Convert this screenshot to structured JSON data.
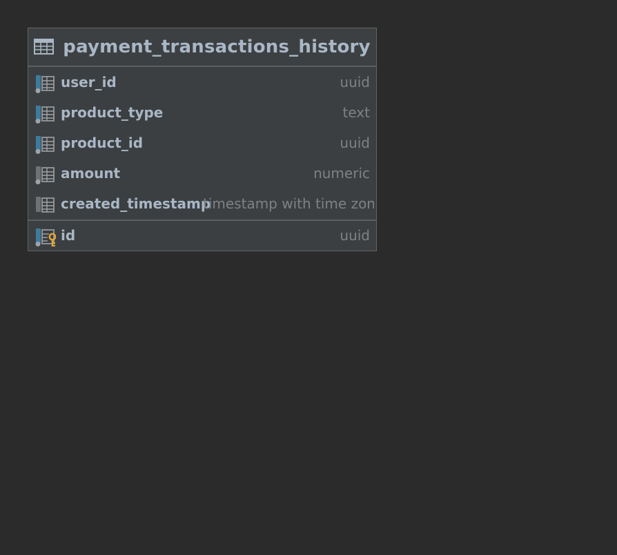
{
  "table": {
    "name": "payment_transactions_history",
    "icon": "table-icon",
    "columns": [
      {
        "name": "user_id",
        "type": "uuid",
        "icon": "column-indexed-icon",
        "indexed": true
      },
      {
        "name": "product_type",
        "type": "text",
        "icon": "column-indexed-icon",
        "indexed": true
      },
      {
        "name": "product_id",
        "type": "uuid",
        "icon": "column-indexed-icon",
        "indexed": true
      },
      {
        "name": "amount",
        "type": "numeric",
        "icon": "column-not-null-icon",
        "indexed": false
      },
      {
        "name": "created_timestamp",
        "type": "timestamp with time zone",
        "icon": "column-icon",
        "indexed": false
      }
    ],
    "primary_key": {
      "name": "id",
      "type": "uuid",
      "icon": "primary-key-column-icon"
    }
  },
  "colors": {
    "background": "#2b2b2b",
    "node_background": "#3c3f41",
    "border": "#646464",
    "name_text": "#a9b7c6",
    "type_text": "#7e8285",
    "index_accent": "#3d7a9e",
    "key_accent": "#e2a438"
  }
}
